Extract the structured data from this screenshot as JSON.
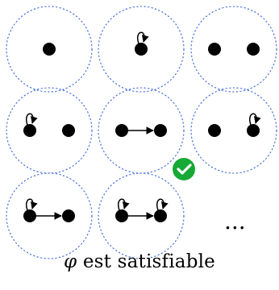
{
  "caption": {
    "symbol": "φ",
    "text": "est satisfiable"
  },
  "ellipsis": "...",
  "colors": {
    "circle": "#3a66d6",
    "node": "#000000",
    "check_bg": "#16a935",
    "check_mark": "#ffffff"
  },
  "icons": {
    "check": "check-circle-icon"
  },
  "graphs": [
    {
      "nodes": 1,
      "loops": [],
      "edges": []
    },
    {
      "nodes": 1,
      "loops": [
        0
      ],
      "edges": []
    },
    {
      "nodes": 2,
      "loops": [],
      "edges": []
    },
    {
      "nodes": 2,
      "loops": [
        0
      ],
      "edges": []
    },
    {
      "nodes": 2,
      "loops": [],
      "edges": [
        [
          0,
          1
        ]
      ],
      "highlighted": true
    },
    {
      "nodes": 2,
      "loops": [
        1
      ],
      "edges": []
    },
    {
      "nodes": 2,
      "loops": [
        0
      ],
      "edges": [
        [
          0,
          1
        ]
      ]
    },
    {
      "nodes": 2,
      "loops": [
        0,
        1
      ],
      "edges": [
        [
          0,
          1
        ]
      ]
    }
  ]
}
